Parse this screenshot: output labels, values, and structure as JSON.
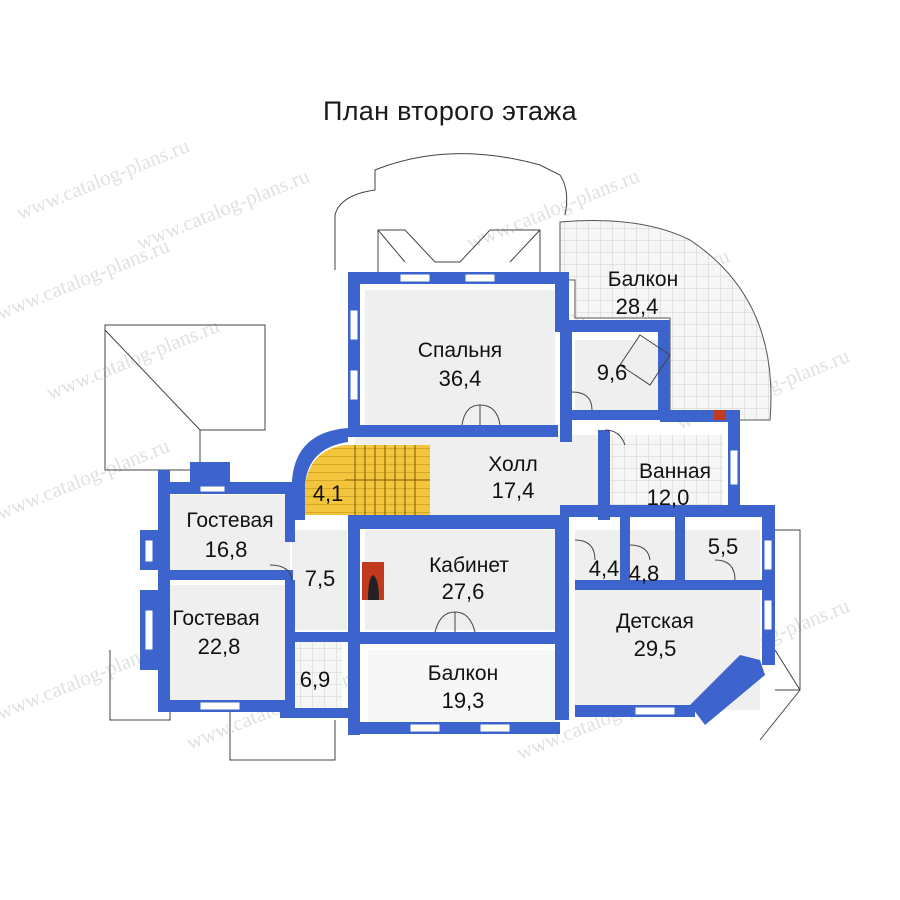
{
  "title": "План второго этажа",
  "watermark": "www.catalog-plans.ru",
  "colors": {
    "wall": "#3d64cc",
    "floor": "#efefef",
    "stair": "#f3c53c",
    "balcony_grid": "#d8d8d8"
  },
  "rooms": {
    "bedroom": {
      "name": "Спальня",
      "area": "36,4"
    },
    "balcony_top": {
      "name": "Балкон",
      "area": "28,4"
    },
    "room_9_6": {
      "area": "9,6"
    },
    "hall": {
      "name": "Холл",
      "area": "17,4"
    },
    "bath": {
      "name": "Ванная",
      "area": "12,0"
    },
    "stair": {
      "area": "4,1"
    },
    "guest1": {
      "name": "Гостевая",
      "area": "16,8"
    },
    "corridor": {
      "area": "7,5"
    },
    "study": {
      "name": "Кабинет",
      "area": "27,6"
    },
    "room_4_4": {
      "area": "4,4"
    },
    "room_4_8": {
      "area": "4,8"
    },
    "room_5_5": {
      "area": "5,5"
    },
    "guest2": {
      "name": "Гостевая",
      "area": "22,8"
    },
    "kids": {
      "name": "Детская",
      "area": "29,5"
    },
    "room_6_9": {
      "area": "6,9"
    },
    "balcony_bottom": {
      "name": "Балкон",
      "area": "19,3"
    }
  }
}
